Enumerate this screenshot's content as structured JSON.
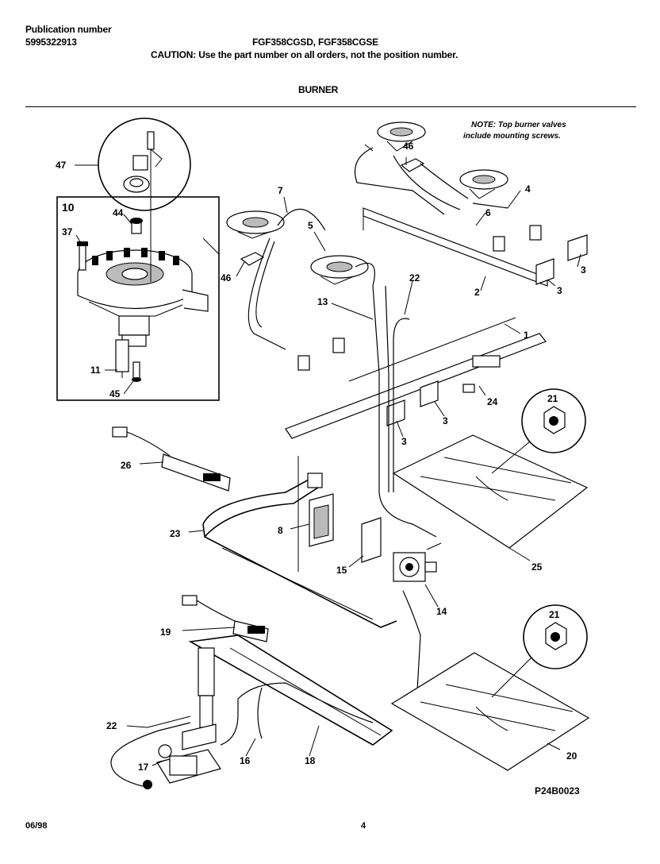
{
  "header": {
    "publication_label": "Publication number",
    "publication_number": "5995322913",
    "models": "FGF358CGSD, FGF358CGSE",
    "caution": "CAUTION:  Use the part number on all orders, not the position number.",
    "section_title": "BURNER"
  },
  "note": {
    "line1": "NOTE: Top burner valves",
    "line2": "include mounting screws."
  },
  "callouts": {
    "c47": "47",
    "c10": "10",
    "c44": "44",
    "c37": "37",
    "c11": "11",
    "c45": "45",
    "c7": "7",
    "c5": "5",
    "c46a": "46",
    "c46b": "46",
    "c4": "4",
    "c6": "6",
    "c3a": "3",
    "c3b": "3",
    "c3c": "3",
    "c3d": "3",
    "c2": "2",
    "c1": "1",
    "c22a": "22",
    "c13": "13",
    "c24": "24",
    "c21a": "21",
    "c26": "26",
    "c23": "23",
    "c8": "8",
    "c15": "15",
    "c14": "14",
    "c25": "25",
    "c19": "19",
    "c21b": "21",
    "c22b": "22",
    "c17": "17",
    "c16": "16",
    "c18": "18",
    "c20": "20"
  },
  "figure_code": "P24B0023",
  "footer": {
    "date": "06/98",
    "page": "4"
  }
}
